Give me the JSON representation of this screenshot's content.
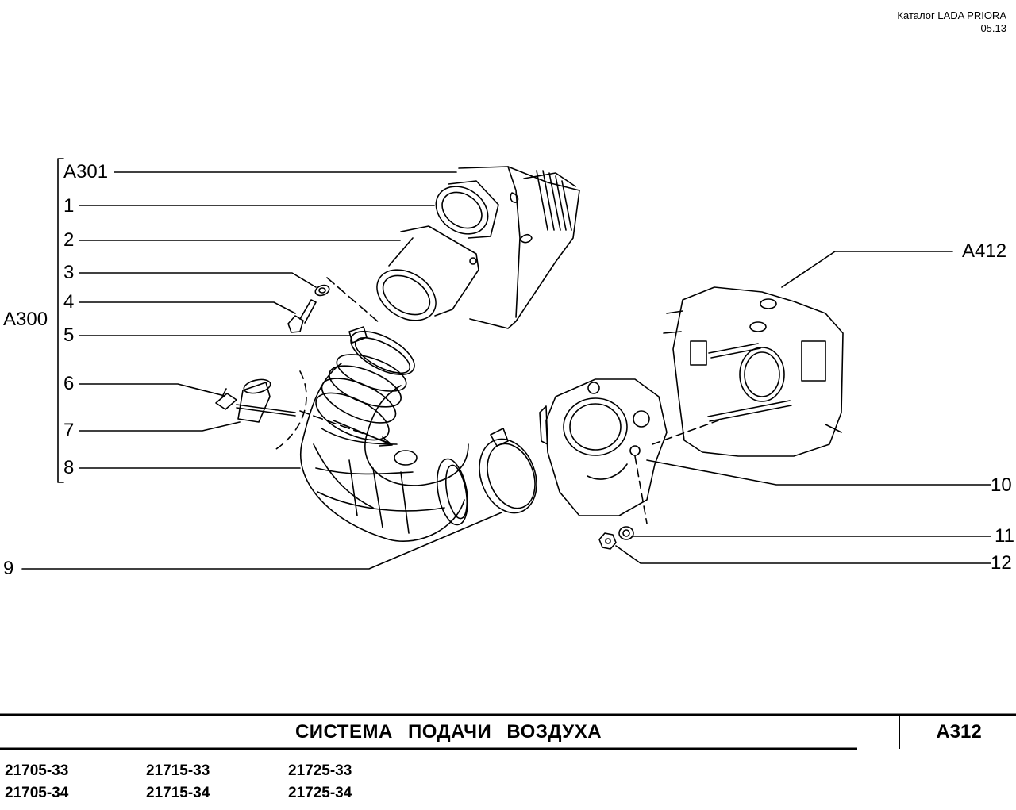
{
  "header": {
    "catalog": "Каталог  LADA  PRIORA",
    "date": "05.13"
  },
  "group_labels": {
    "a300": "A300",
    "a301": "A301",
    "a412": "A412"
  },
  "parts": [
    "1",
    "2",
    "3",
    "4",
    "5",
    "6",
    "7",
    "8",
    "9",
    "10",
    "11",
    "12"
  ],
  "title": "СИСТЕМА ПОДАЧИ ВОЗДУХА",
  "code": "A312",
  "models": {
    "col1": [
      "21705-33",
      "21705-34"
    ],
    "col2": [
      "21715-33",
      "21715-34"
    ],
    "col3": [
      "21725-33",
      "21725-34"
    ]
  }
}
